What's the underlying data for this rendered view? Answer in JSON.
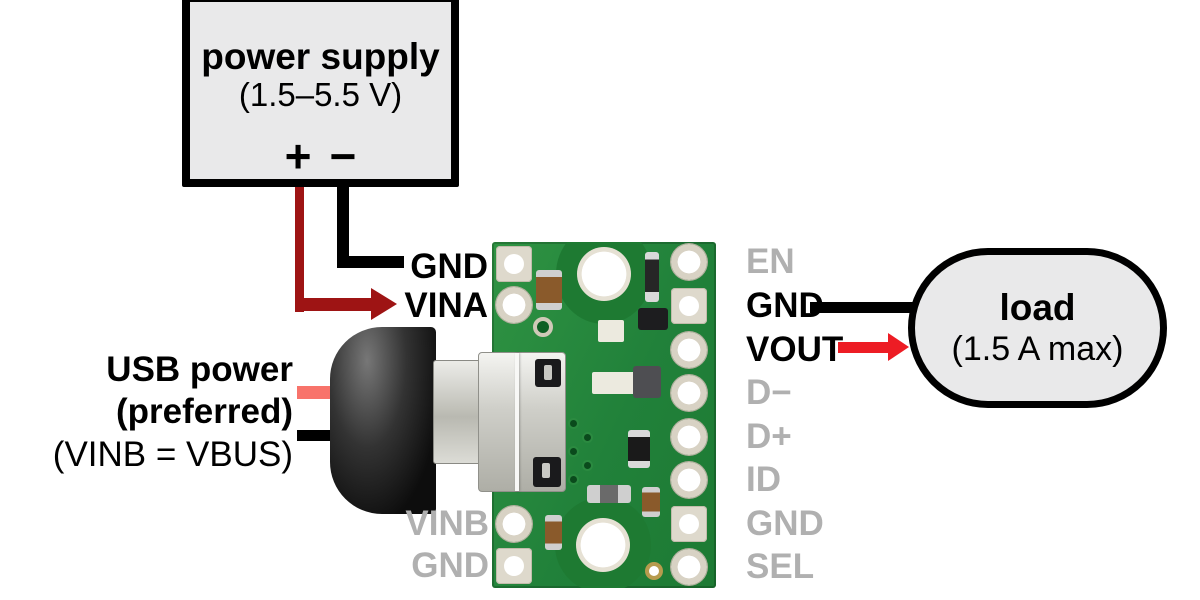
{
  "power_supply": {
    "title": "power supply",
    "subtitle": "(1.5–5.5 V)",
    "plus_label": "+",
    "minus_label": "−"
  },
  "usb_power": {
    "line1": "USB power",
    "line2": "(preferred)",
    "line3": "(VINB = VBUS)"
  },
  "load": {
    "title": "load",
    "subtitle": "(1.5 A max)"
  },
  "board": {
    "left_pins": [
      {
        "label": "GND",
        "connected": true
      },
      {
        "label": "VINA",
        "connected": true
      },
      {
        "label": "VINB",
        "connected": false
      },
      {
        "label": "GND",
        "connected": false
      }
    ],
    "right_pins": [
      {
        "label": "EN",
        "connected": false
      },
      {
        "label": "GND",
        "connected": true
      },
      {
        "label": "VOUT",
        "connected": true
      },
      {
        "label": "D−",
        "connected": false
      },
      {
        "label": "D+",
        "connected": false
      },
      {
        "label": "ID",
        "connected": false
      },
      {
        "label": "GND",
        "connected": false
      },
      {
        "label": "SEL",
        "connected": false
      }
    ]
  },
  "colors": {
    "wire_red": "#9e1414",
    "arrow_red": "#ed1c24",
    "arrow_pink": "#f8736b",
    "label_gray": "#b0b0b0",
    "pcb_green": "#2e8f3e",
    "box_fill": "#e9e9ea",
    "wire_black": "#000000"
  }
}
